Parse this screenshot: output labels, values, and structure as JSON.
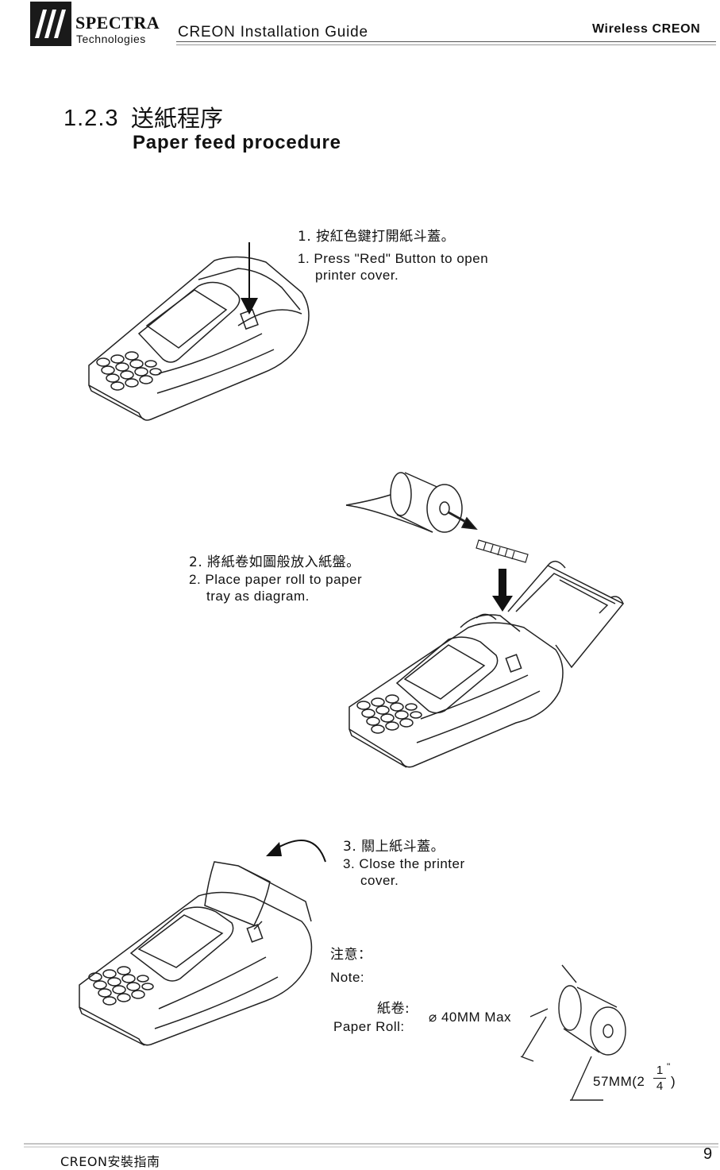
{
  "header": {
    "brand_name": "SPECTRA",
    "brand_sub": "Technologies",
    "guide_title": "CREON Installation Guide",
    "section_label": "Wireless CREON"
  },
  "heading": {
    "number": "1.2.3",
    "title_cn": "送紙程序",
    "title_en": "Paper feed procedure"
  },
  "steps": [
    {
      "cn": "按紅色鍵打開紙斗蓋。",
      "en_line1": "Press \"Red\" Button to open",
      "en_line2": "printer cover."
    },
    {
      "cn": "將紙卷如圖般放入紙盤。",
      "en_line1": "Place paper roll to paper",
      "en_line2": "tray as diagram."
    },
    {
      "cn": "關上紙斗蓋。",
      "en_line1": "Close the printer",
      "en_line2": "cover."
    }
  ],
  "step_prefixes": [
    "1.",
    "2.",
    "3."
  ],
  "note": {
    "label_cn": "注意：",
    "label_en": "Note:",
    "roll_cn": "紙卷:",
    "roll_en": "Paper Roll:",
    "diameter": "⌀ 40MM Max",
    "width": "57MM(2",
    "width_close": ")",
    "fraction_num": "1",
    "fraction_den": "4",
    "inch_mark": "\""
  },
  "footer": {
    "label": "CREON安裝指南",
    "page_number": "9"
  }
}
